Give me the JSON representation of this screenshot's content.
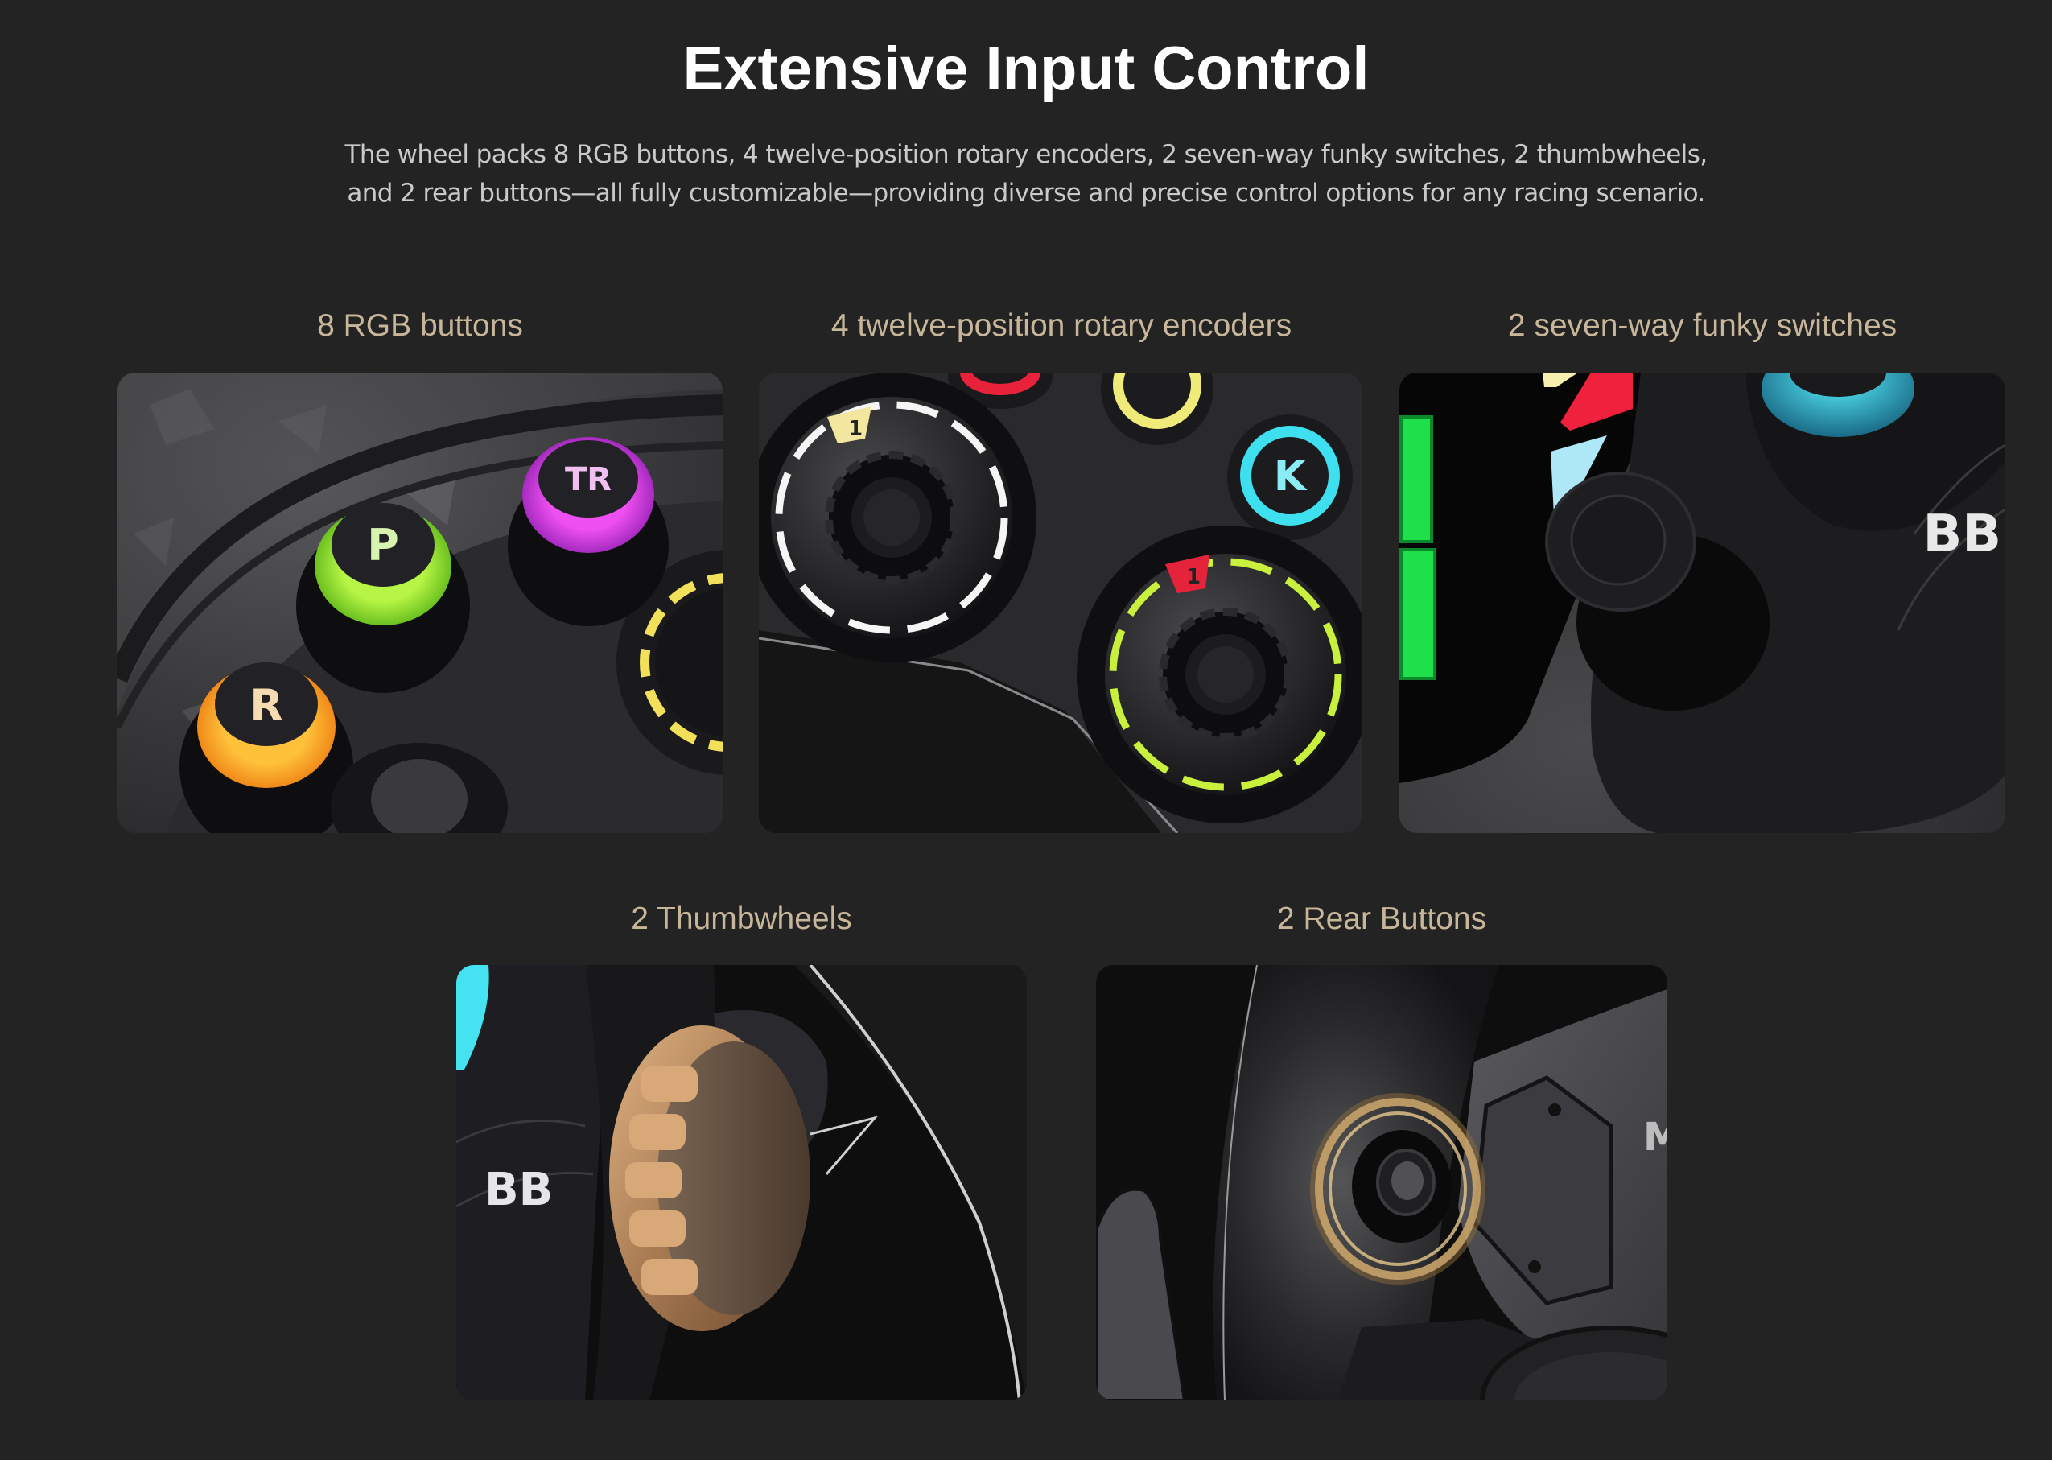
{
  "header": {
    "title": "Extensive Input Control",
    "subtitle_line1": "The wheel packs 8 RGB buttons, 4 twelve-position rotary encoders, 2 seven-way funky switches, 2 thumbwheels,",
    "subtitle_line2": "and 2 rear buttons—all fully customizable—providing diverse and precise control options for any racing scenario."
  },
  "features": [
    {
      "label": "8 RGB buttons",
      "image": {
        "subject": "rgb-buttons-photo",
        "button_labels": [
          "TR",
          "P",
          "R"
        ],
        "colors": {
          "tr": "#e23fe6",
          "p": "#a8f23a",
          "r": "#f5b22e"
        }
      }
    },
    {
      "label": "4 twelve-position rotary encoders",
      "image": {
        "subject": "rotary-encoders-photo",
        "position_indicators": [
          "1",
          "1"
        ],
        "button_labels": [
          "K"
        ],
        "colors": {
          "ring_left": "#ffffff",
          "ring_right": "#c8f03c",
          "k_button": "#3ee0f0",
          "tag_left": "#f3e7a0",
          "tag_right": "#e5243b"
        }
      }
    },
    {
      "label": "2 seven-way funky switches",
      "image": {
        "subject": "funky-switch-photo",
        "button_labels": [
          "BB"
        ],
        "colors": {
          "display_green": "#1fe04a",
          "accent_red": "#f0213c",
          "accent_blue": "#aee8f6",
          "accent_cream": "#f7efb0"
        }
      }
    },
    {
      "label": "2 Thumbwheels",
      "image": {
        "subject": "thumbwheel-photo",
        "button_labels": [
          "BB"
        ],
        "colors": {
          "wheel_bronze": "#b98a5e",
          "cyan_light": "#45e3f2"
        }
      }
    },
    {
      "label": "2 Rear Buttons",
      "image": {
        "subject": "rear-button-photo",
        "colors": {
          "ring_gold": "#c9a46a"
        }
      }
    }
  ]
}
